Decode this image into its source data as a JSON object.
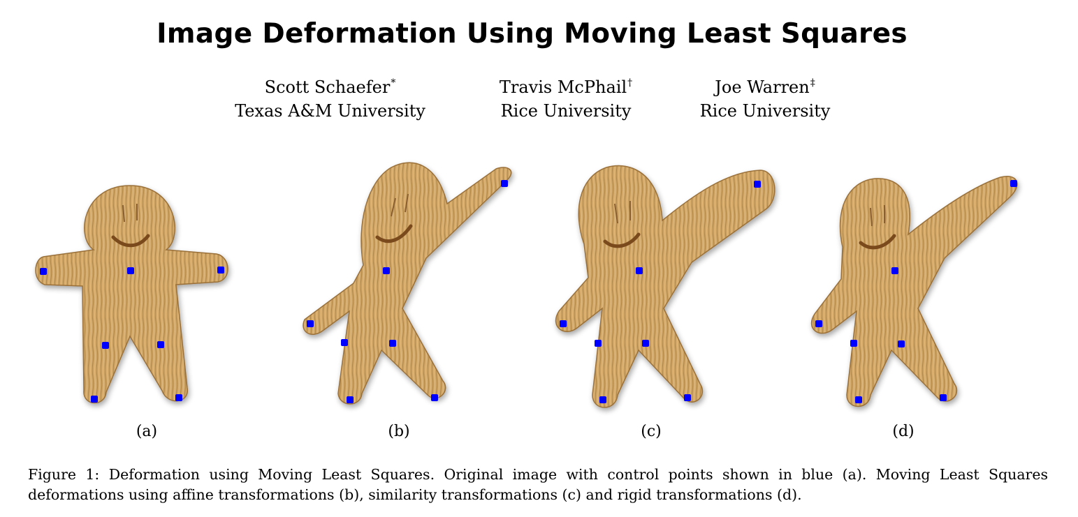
{
  "title": "Image Deformation Using Moving Least Squares",
  "authors": [
    {
      "name": "Scott Schaefer",
      "mark": "*",
      "affiliation": "Texas A&M University"
    },
    {
      "name": "Travis McPhail",
      "mark": "†",
      "affiliation": "Rice University"
    },
    {
      "name": "Joe Warren",
      "mark": "‡",
      "affiliation": "Rice University"
    }
  ],
  "figure": {
    "subfigure_labels": [
      "(a)",
      "(b)",
      "(c)",
      "(d)"
    ],
    "control_point_color": "#0000ff",
    "dough_color": "#d2a766",
    "caption": "Figure 1: Deformation using Moving Least Squares. Original image with control points shown in blue (a). Moving Least Squares deformations using affine transformations (b), similarity transformations (c) and rigid transformations (d)."
  }
}
